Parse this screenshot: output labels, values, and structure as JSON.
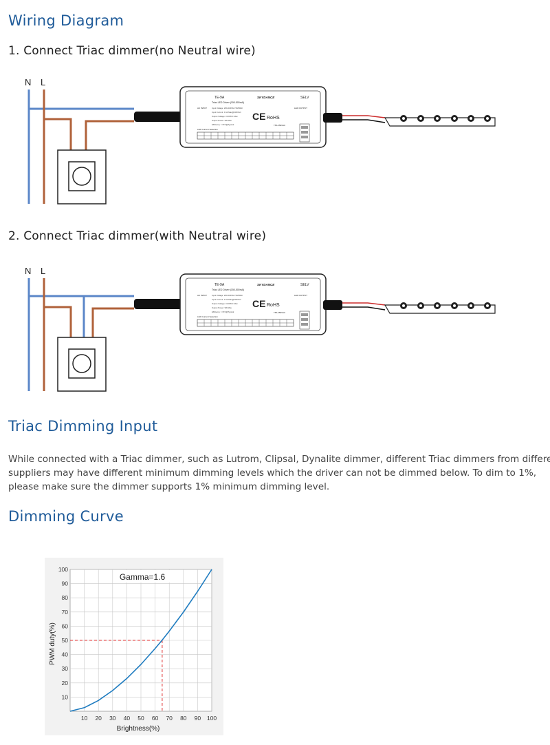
{
  "sections": {
    "wiring_title": "Wiring Diagram",
    "step1": "1. Connect Triac dimmer(no Neutral wire)",
    "step2": "2. Connect Triac dimmer(with Neutral wire)",
    "triac_title": "Triac Dimming Input",
    "curve_title": "Dimming Curve"
  },
  "paragraph": [
    "While connected with a Triac dimmer, such as Lutrom, Clipsal, Dynalite dimmer, different Triac dimmers from different",
    "suppliers may have different minimum dimming levels which the driver can not be dimmed below. To dim to 1%,",
    "please make sure the dimmer supports 1% minimum dimming level."
  ],
  "wires": {
    "n": "N",
    "l": "L"
  },
  "driver": {
    "model": "TE-9A",
    "brand": "SKYDANCE",
    "selv": "SELV",
    "ce": "CE",
    "rohs": "RoHS",
    "product": "Triac LED Driver (150-500mA)",
    "output": "LED OUTPUT",
    "input": "AC INPUT",
    "current_sel": "LED Current Selection",
    "rating": "T5A 250VAC",
    "spec_lines": [
      "Input Voltage: 200-240VAC 50/60Hz",
      "Input Current: 0.1A Max@230VAC",
      "Output Voltage: 3-60VDC Max",
      "Output Power: 9W Max",
      "Efficiency: >72%@Typical"
    ]
  },
  "colors": {
    "heading": "#1f5b99",
    "neutral_wire": "#5b87c8",
    "live_wire": "#b0623a",
    "curve": "#1f7cc0",
    "guide": "#e03030"
  },
  "chart_data": {
    "type": "line",
    "title": "Gamma=1.6",
    "xlabel": "Brightness(%)",
    "ylabel": "PWM duty(%)",
    "xlim": [
      0,
      100
    ],
    "ylim": [
      0,
      100
    ],
    "x_ticks": [
      10,
      20,
      30,
      40,
      50,
      60,
      70,
      80,
      90,
      100
    ],
    "y_ticks": [
      10,
      20,
      30,
      40,
      50,
      60,
      70,
      80,
      90,
      100
    ],
    "grid": true,
    "series": [
      {
        "x": [
          0,
          10,
          20,
          30,
          40,
          50,
          60,
          65,
          70,
          80,
          90,
          100
        ],
        "y": [
          0,
          2.5,
          7.6,
          14.6,
          23.1,
          33.0,
          44.2,
          50.2,
          56.5,
          69.9,
          84.5,
          100
        ]
      }
    ],
    "annotation": {
      "x": 65,
      "y": 50
    }
  }
}
